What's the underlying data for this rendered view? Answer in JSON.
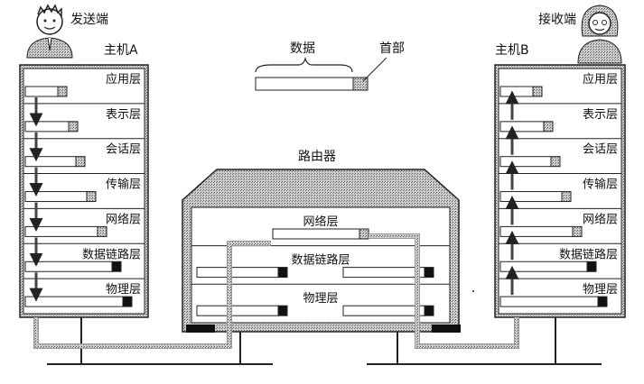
{
  "sender": {
    "role": "发送端",
    "host": "主机A"
  },
  "receiver": {
    "role": "接收端",
    "host": "主机B"
  },
  "legend": {
    "data_label": "数据",
    "header_label": "首部"
  },
  "router": {
    "title": "路由器"
  },
  "layers": [
    "应用层",
    "表示层",
    "会话层",
    "传输层",
    "网络层",
    "数据链路层",
    "物理层"
  ],
  "router_layers": [
    "网络层",
    "数据链路层",
    "物理层"
  ],
  "colors": {
    "stroke": "#222222",
    "header_fill": "#9a9a9a",
    "link_fill": "#111111",
    "packet_fill": "#ffffff"
  }
}
